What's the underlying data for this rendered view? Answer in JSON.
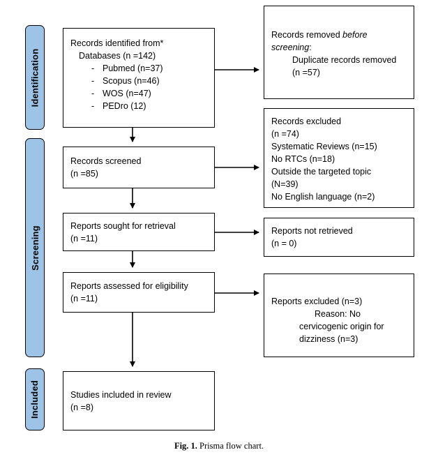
{
  "sidebar": {
    "identification": "Identification",
    "screening": "Screening",
    "included": "Included"
  },
  "main": {
    "identified": {
      "line1": "Records identified from*",
      "line2": "Databases (n =142)",
      "bullet": "-",
      "items": [
        "Pubmed (n=37)",
        "Scopus (n=46)",
        "WOS (n=47)",
        "PEDro (12)"
      ]
    },
    "screened": {
      "line1": "Records screened",
      "line2": "(n =85)"
    },
    "sought": {
      "line1": "Reports sought for retrieval",
      "line2": "(n =11)"
    },
    "assessed": {
      "line1": "Reports assessed for eligibility",
      "line2": "(n =11)"
    },
    "included": {
      "line1": "Studies included in review",
      "line2": "(n =8)"
    }
  },
  "right": {
    "removed": {
      "prefix": "Records removed ",
      "italic1": "before",
      "italic2": "screening",
      "colon": ":",
      "line2": "Duplicate records removed",
      "line3": "(n =57)"
    },
    "excluded": {
      "lines": [
        "Records excluded",
        "(n =74)",
        "Systematic Reviews (n=15)",
        "No RTCs (n=18)",
        "Outside the targeted topic",
        "(N=39)",
        "No English language (n=2)"
      ]
    },
    "not_retrieved": {
      "line1": "Reports not retrieved",
      "line2": "(n = 0)"
    },
    "reports_excluded": {
      "line1": "Reports excluded (n=3)",
      "line2": "Reason: No",
      "line3": "cervicogenic origin for",
      "line4": "dizziness (n=3)"
    }
  },
  "caption": {
    "label": "Fig. 1.",
    "text": "Prisma flow chart."
  },
  "colors": {
    "stage_fill": "#9DC3E6",
    "border": "#000000"
  }
}
